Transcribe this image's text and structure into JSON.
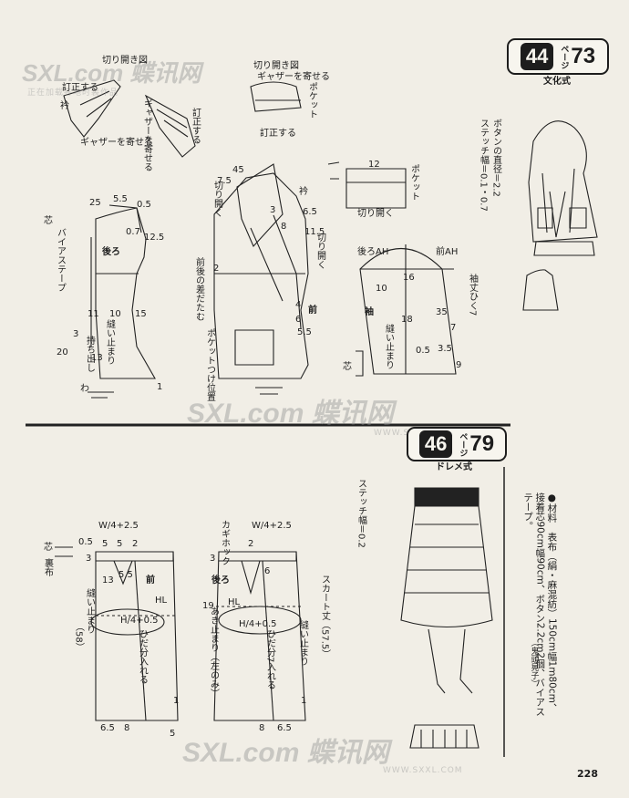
{
  "watermark": {
    "brand": "SXL.com 蝶讯网",
    "url": "WWW.SXXL.COM",
    "tagline": "正在加载各地时装作品"
  },
  "top_section": {
    "badge": {
      "number": "44",
      "peji": "ページ",
      "page": "73"
    },
    "style_caption": "文化式",
    "annotation_buttons": "ボタンの直径＝2.2",
    "annotation_stitch": "ステッチ幅＝0.1・0.7",
    "slash_diagram_1": "切り開き図",
    "slash_diagram_2": "切り開き図",
    "correct": "訂正する",
    "gather": "ギャザーを寄せる",
    "collar": "衿",
    "pocket": "ポケット",
    "back": "後ろ",
    "front": "前",
    "sleeve": "袖",
    "bias_tape": "バイアステープ",
    "shirring_stop": "縫い止まり",
    "stitch_stop": "縫い止まり",
    "fold_line": "わ",
    "cut_open": "切り開く",
    "shoulder_diff": "前後の差だたむ",
    "pocket_position": "ポケットつけ位置",
    "back_ah": "後ろAH",
    "front_ah": "前AH",
    "sleeve_length": "袖丈ひく7",
    "cut_here": "切り開く",
    "interfacing": "芯",
    "hem_allowance": "持ち出し",
    "numbers": [
      "25",
      "5.5",
      "0.5",
      "0.7",
      "12.5",
      "11",
      "10",
      "15",
      "13",
      "20",
      "3",
      "45",
      "7.5",
      "6.5",
      "3",
      "8",
      "11.5",
      "2",
      "4",
      "6",
      "5.5",
      "12",
      "16",
      "35",
      "9",
      "18",
      "10",
      "7",
      "0.5",
      "3.5",
      "1"
    ]
  },
  "bottom_section": {
    "badge": {
      "number": "46",
      "peji": "ページ",
      "page": "79"
    },
    "style_caption": "ドレメ式",
    "stitch_width": "ステッチ幅＝0.2",
    "materials": "●材料　表布（絹・麻混紡）150cm幅1m80cm、接着芯90cm幅90cm、ボタン2.2cm2個、バイアステープ。",
    "author": "（鬼頭晃子）",
    "front": "前",
    "back": "後ろ",
    "waist_front": "W/4+2.5",
    "waist_back": "W/4+2.5",
    "hip_front": "H/4+0.5",
    "hip_back": "H/4+0.5",
    "hl": "HL",
    "pleat_front": "ひだ分入れる",
    "pleat_back": "ひだ分7入れる",
    "stop_front": "縫い止まり",
    "stop_back": "縫い止まり",
    "slit": "あき止まり（左のみ）",
    "hook": "カギホック",
    "skirt_length": "スカート丈（57.5）",
    "front_length": "（58）",
    "interfacing": "芯",
    "lining": "裏布",
    "numbers": [
      "0.5",
      "5",
      "5",
      "2",
      "3",
      "13",
      "5.5",
      "6.5",
      "8",
      "5",
      "19",
      "2",
      "6",
      "3",
      "8",
      "6.5",
      "1",
      "1"
    ]
  },
  "page_number": "228"
}
